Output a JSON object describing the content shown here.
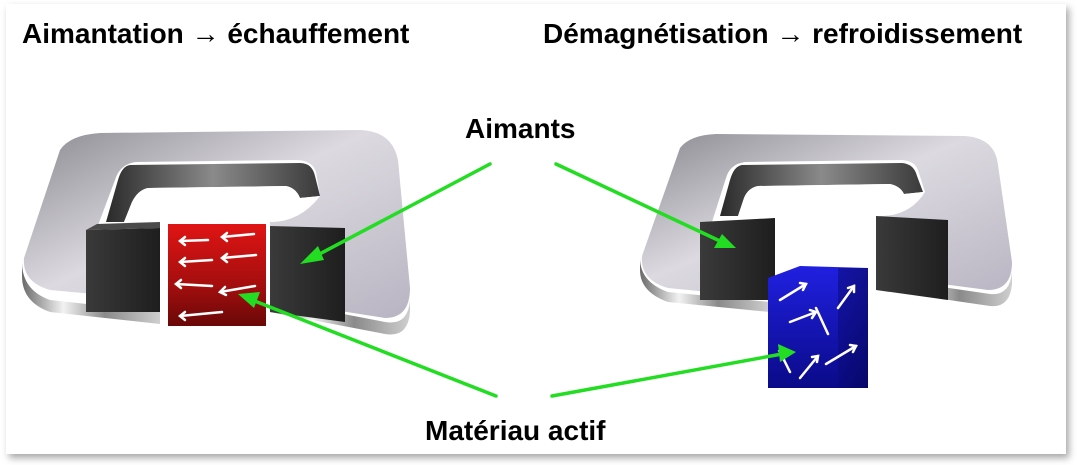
{
  "titles": {
    "left": "Aimantation → échauffement",
    "right": "Démagnétisation → refroidissement"
  },
  "labels": {
    "magnets": "Aimants",
    "active_material": "Matériau actif"
  },
  "colors": {
    "arrow": "#22dd22",
    "active_material_magnetized": "#cc1111",
    "active_material_demagnetized": "#1111cc",
    "magnet_block": "#2b2b2b",
    "yoke": "#c8c4cc"
  }
}
